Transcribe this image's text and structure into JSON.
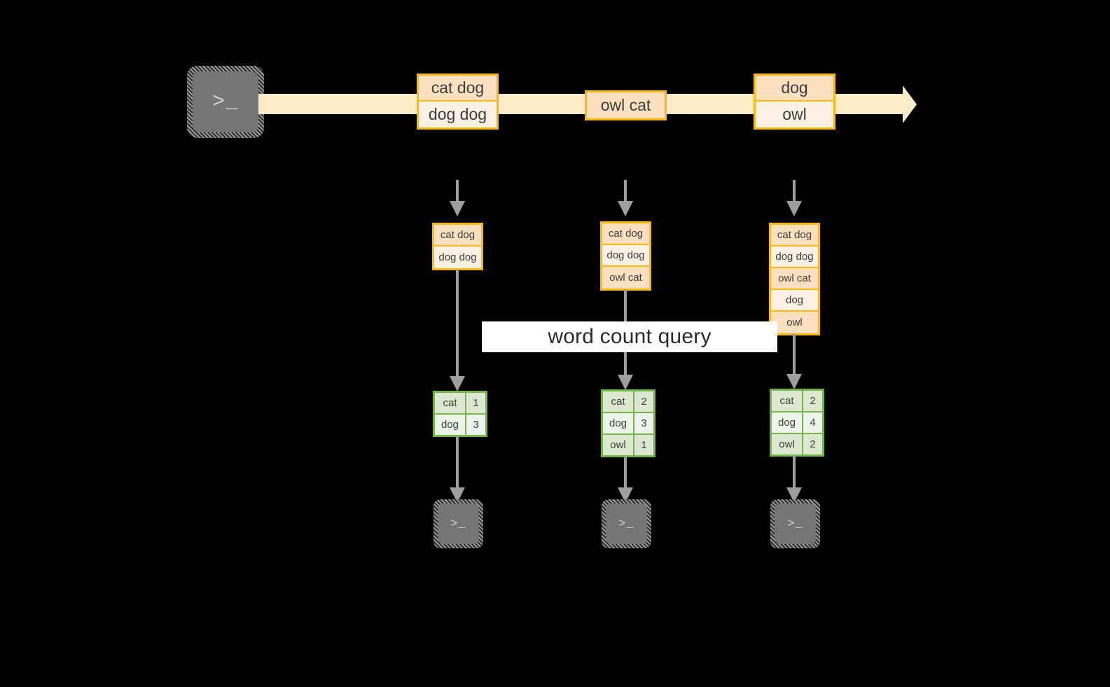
{
  "diagram": {
    "title_label": "word count query",
    "colors": {
      "background": "#000000",
      "stream_band": "#FDEBC9",
      "record_border": "#FFB90E",
      "record_fill_dark": "#FCE0C0",
      "record_fill_light": "#FDF1E4",
      "table_border": "#74B64A",
      "table_fill_dark": "#DCE8CF",
      "table_fill_light": "#EFF4EA",
      "arrow_gray": "#9E9E9E",
      "terminal_body": "#757575",
      "label_background": "#FFFFFF"
    },
    "source_terminal": {
      "glyph": ">_",
      "icon_name": "terminal-icon"
    },
    "stream": {
      "records": [
        {
          "id": "stream-record-1",
          "lines": [
            "cat dog",
            "dog dog"
          ]
        },
        {
          "id": "stream-record-2",
          "lines": [
            "owl cat"
          ]
        },
        {
          "id": "stream-record-3",
          "lines": [
            "dog",
            "owl"
          ]
        }
      ]
    },
    "snapshots": [
      {
        "id": "snapshot-1",
        "lines": [
          "cat dog",
          "dog dog"
        ],
        "result": {
          "rows": [
            {
              "word": "cat",
              "count": "1"
            },
            {
              "word": "dog",
              "count": "3"
            }
          ]
        },
        "sink_terminal": {
          "glyph": ">_"
        }
      },
      {
        "id": "snapshot-2",
        "lines": [
          "cat dog",
          "dog dog",
          "owl cat"
        ],
        "result": {
          "rows": [
            {
              "word": "cat",
              "count": "2"
            },
            {
              "word": "dog",
              "count": "3"
            },
            {
              "word": "owl",
              "count": "1"
            }
          ]
        },
        "sink_terminal": {
          "glyph": ">_"
        }
      },
      {
        "id": "snapshot-3",
        "lines": [
          "cat dog",
          "dog dog",
          "owl cat",
          "dog",
          "owl"
        ],
        "result": {
          "rows": [
            {
              "word": "cat",
              "count": "2"
            },
            {
              "word": "dog",
              "count": "4"
            },
            {
              "word": "owl",
              "count": "2"
            }
          ]
        },
        "sink_terminal": {
          "glyph": ">_"
        }
      }
    ]
  }
}
